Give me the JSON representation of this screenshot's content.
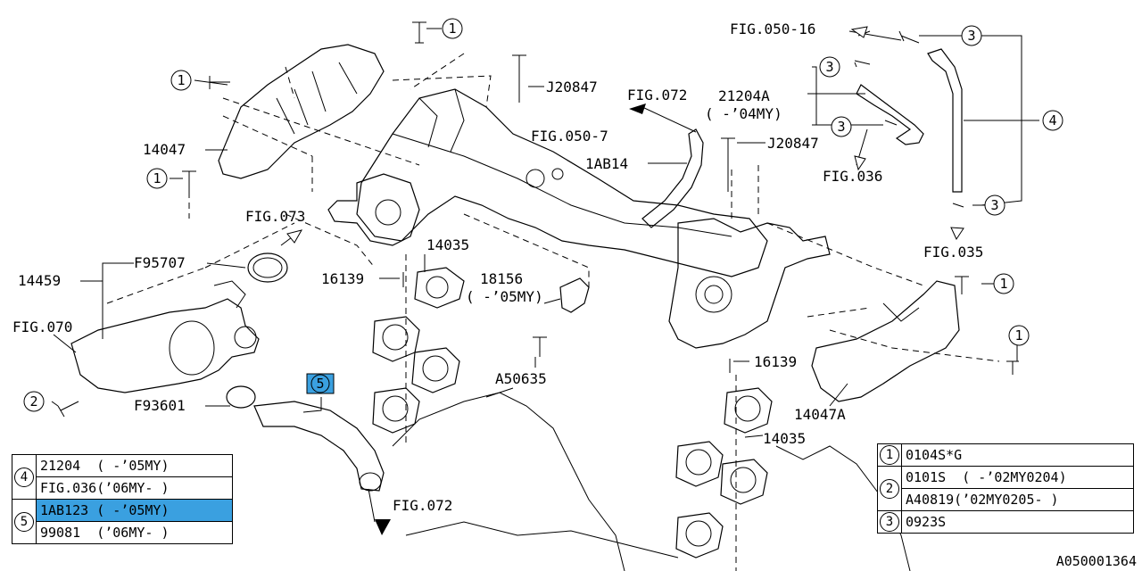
{
  "labels": {
    "fig050_16": "FIG.050-16",
    "j20847_a": "J20847",
    "fig072_top": "FIG.072",
    "p21204a": "21204A",
    "p21204a_note": "( -’04MY)",
    "fig050_7": "FIG.050-7",
    "j20847_b": "J20847",
    "p1ab14": "1AB14",
    "fig036": "FIG.036",
    "p14047": "14047",
    "fig073": "FIG.073",
    "p14035_a": "14035",
    "p14459": "14459",
    "f95707": "F95707",
    "p16139_a": "16139",
    "p18156": "18156",
    "p18156_note": "( -’05MY)",
    "fig035": "FIG.035",
    "fig070": "FIG.070",
    "a50635": "A50635",
    "p16139_b": "16139",
    "f93601": "F93601",
    "p14047a": "14047A",
    "p14035_b": "14035",
    "fig072_bottom": "FIG.072"
  },
  "callouts": {
    "c1": "1",
    "c2": "2",
    "c3": "3",
    "c4": "4",
    "c5": "5"
  },
  "legend_left": {
    "ref4": "4",
    "ref5": "5",
    "r1": "21204  ( -’05MY)",
    "r2": "FIG.036(’06MY- )",
    "r3": "1AB123 ( -’05MY)",
    "r4": "99081  (’06MY- )"
  },
  "legend_right": {
    "ref1": "1",
    "ref2": "2",
    "ref3": "3",
    "r1": "0104S*G",
    "r2": "0101S  ( -’02MY0204)",
    "r3": "A40819(’02MY0205- )",
    "r4": "0923S"
  },
  "diagram_code": "A050001364",
  "colors": {
    "highlight": "#3aa0e0"
  }
}
